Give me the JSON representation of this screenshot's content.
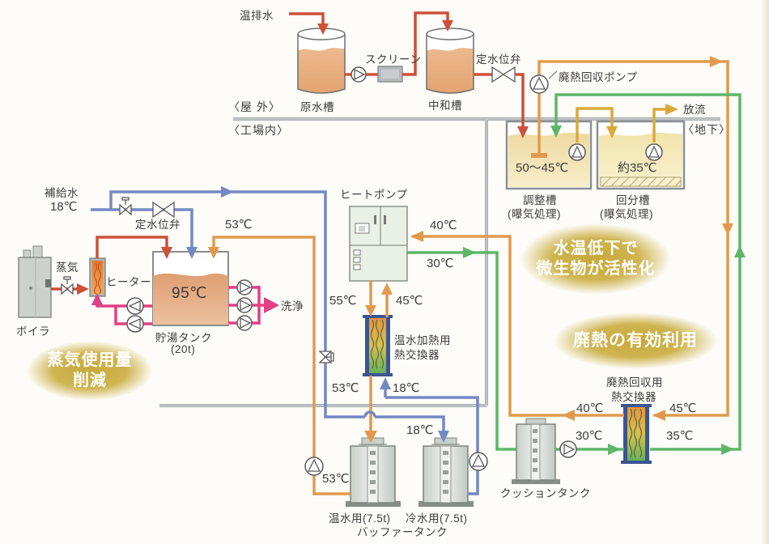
{
  "colors": {
    "pipe_orange": "#e2994d",
    "pipe_red": "#cd5038",
    "pipe_blue": "#7488c4",
    "pipe_green": "#5db668",
    "pipe_pink": "#e23f85",
    "pipe_yellow": "#d9a93c",
    "boundary_gray": "#a9aeb0",
    "callout_gold": "#ccac3c",
    "hx_bar_navy": "#3a5590"
  },
  "zones": {
    "outdoor": "〈屋 外〉",
    "factory": "〈工場内〉",
    "underground": "〈地下〉"
  },
  "top_section": {
    "warm_wastewater": "温排水",
    "raw_water_tank": "原水槽",
    "screen": "スクリーン",
    "neutralization_tank": "中和槽",
    "level_valve": "定水位弁",
    "waste_heat_pump": "廃熱回収ポンプ",
    "discharge": "放流"
  },
  "underground_section": {
    "adjust_tank": "調整槽",
    "adjust_tank_sub": "(曝気処理)",
    "adjust_temp": "50〜45℃",
    "batch_tank": "回分槽",
    "batch_tank_sub": "(曝気処理)",
    "batch_temp": "約35℃"
  },
  "boiler_section": {
    "boiler": "ボイラ",
    "steam": "蒸気",
    "heater": "ヒーター",
    "makeup_water": "補給水",
    "makeup_temp": "18℃",
    "level_valve": "定水位弁",
    "storage_tank": "貯湯タンク",
    "capacity": "(20t)",
    "tank_temp": "95℃",
    "wash": "洗浄",
    "supply_temp": "53℃"
  },
  "heat_pump_section": {
    "heat_pump": "ヒートポンプ",
    "in_temp": "40℃",
    "out_temp": "30℃",
    "supply_temp": "55℃",
    "return_temp": "45℃"
  },
  "hx_hot_water": {
    "name_line1": "温水加熱用",
    "name_line2": "熱交換器",
    "out_temp": "53℃",
    "in_temp": "18℃"
  },
  "hx_waste_heat": {
    "name_line1": "廃熱回収用",
    "name_line2": "熱交換器",
    "out_left": "40℃",
    "in_right": "45℃",
    "in_left": "30℃",
    "out_right": "35℃"
  },
  "buffer_section": {
    "hot_in": "53℃",
    "cold_in": "18℃",
    "hot_tank": "温水用(7.5t)",
    "cold_tank": "冷水用(7.5t)",
    "buffer": "バッファータンク",
    "hot_loop_temp": "53℃",
    "cushion_tank": "クッションタンク"
  },
  "callouts": {
    "steam_line1": "蒸気使用量",
    "steam_line2": "削減",
    "microbe_line1": "水温低下で",
    "microbe_line2": "微生物が活性化",
    "waste_heat": "廃熱の有効利用"
  }
}
